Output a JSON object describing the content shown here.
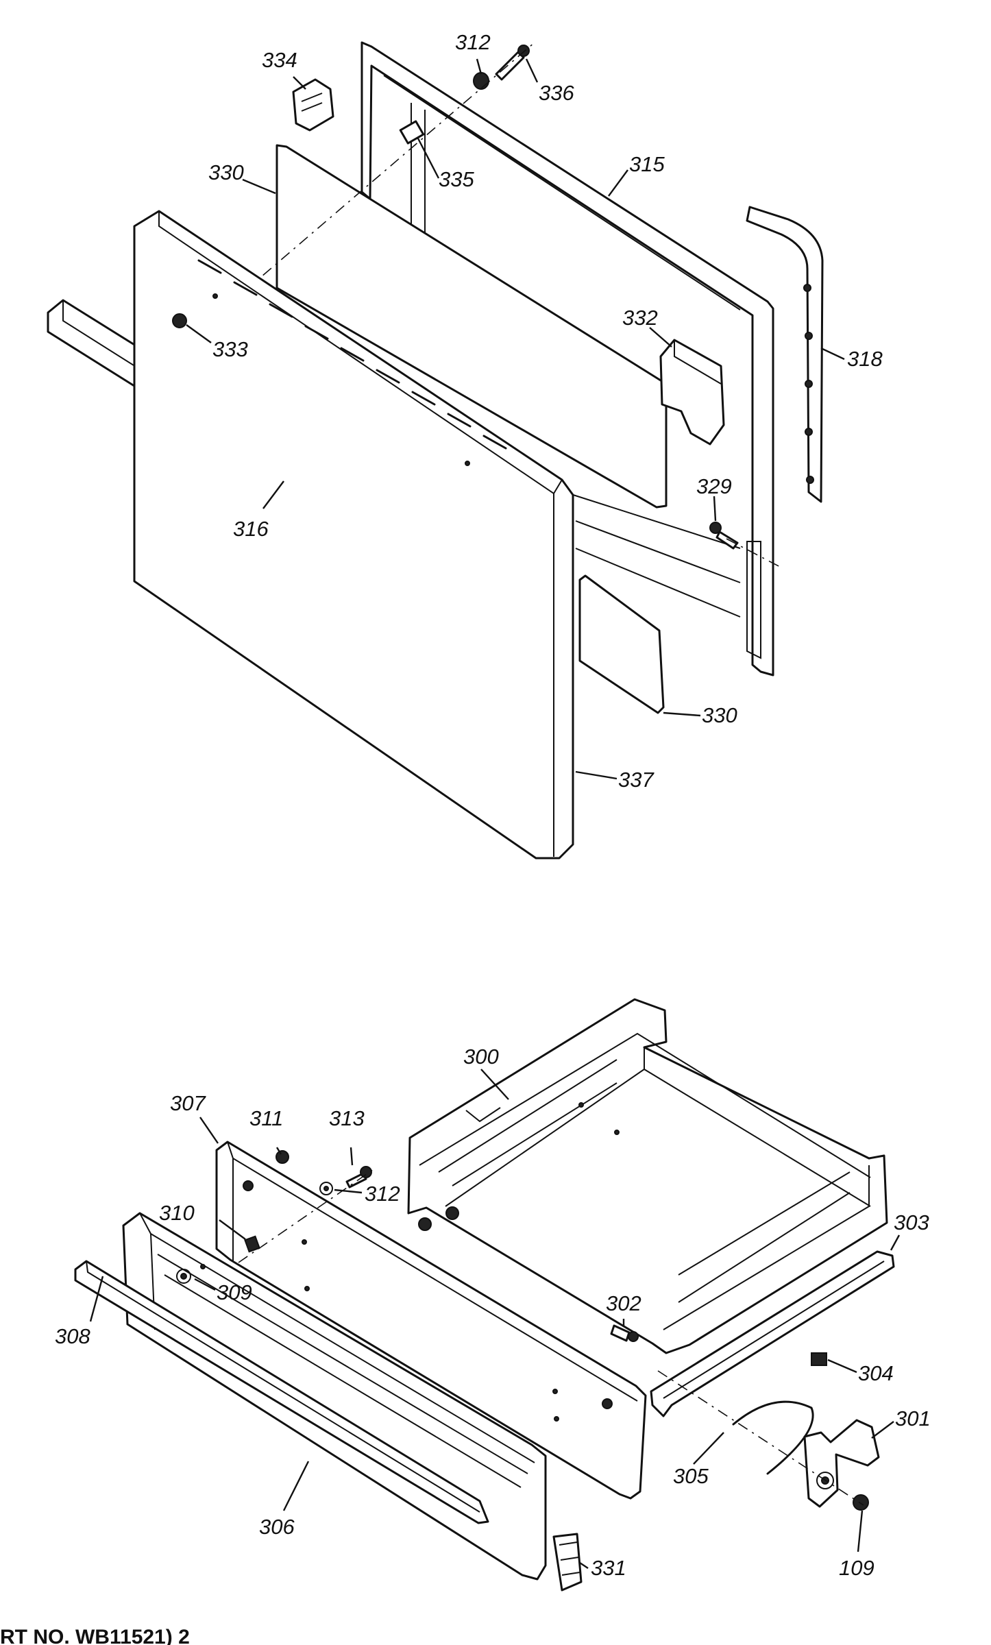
{
  "labels": {
    "l312a": "312",
    "l336": "336",
    "l334": "334",
    "l330a": "330",
    "l335": "335",
    "l315": "315",
    "l333": "333",
    "l332": "332",
    "l318": "318",
    "l316": "316",
    "l329": "329",
    "l330b": "330",
    "l337": "337",
    "l300": "300",
    "l307": "307",
    "l311": "311",
    "l313": "313",
    "l312b": "312",
    "l310": "310",
    "l303": "303",
    "l302": "302",
    "l309": "309",
    "l308": "308",
    "l304": "304",
    "l301": "301",
    "l305": "305",
    "l306": "306",
    "l109": "109",
    "l331": "331"
  },
  "footer": {
    "part_no": "RT NO. WB11521) 2"
  }
}
